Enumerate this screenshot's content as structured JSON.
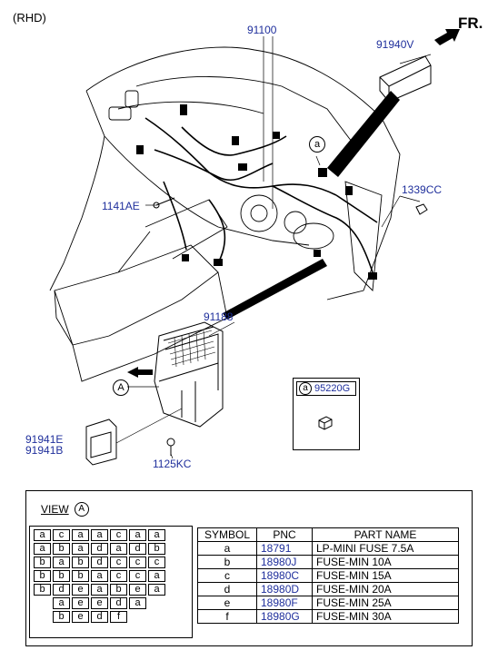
{
  "header": {
    "variant": "(RHD)",
    "direction": "FR."
  },
  "callouts": {
    "harness_main": "91100",
    "module_top": "91940V",
    "clip_left": "1141AE",
    "nut_right": "1339CC",
    "harness_lower": "91188",
    "bracket_fuse": "91941E",
    "bracket_fuse_alt": "91941B",
    "bolt": "1125KC",
    "view_ref": "A",
    "detail_ref": "a"
  },
  "detail_box": {
    "ref": "a",
    "pnc": "95220G"
  },
  "view": {
    "title": "VIEW",
    "ref": "A",
    "fuse_rows": [
      [
        "a",
        "c",
        "a",
        "a",
        "c",
        "a",
        "a"
      ],
      [
        "a",
        "b",
        "a",
        "d",
        "a",
        "d",
        "b"
      ],
      [
        "b",
        "a",
        "b",
        "d",
        "c",
        "c",
        "c"
      ],
      [
        "b",
        "b",
        "b",
        "a",
        "c",
        "c",
        "a"
      ],
      [
        "b",
        "d",
        "e",
        "a",
        "b",
        "e",
        "a"
      ],
      [
        "a",
        "e",
        "e",
        "d",
        "a"
      ],
      [
        "b",
        "e",
        "d",
        "f"
      ]
    ],
    "table": {
      "headers": [
        "SYMBOL",
        "PNC",
        "PART NAME"
      ],
      "rows": [
        {
          "symbol": "a",
          "pnc": "18791",
          "name": "LP-MINI FUSE 7.5A"
        },
        {
          "symbol": "b",
          "pnc": "18980J",
          "name": "FUSE-MIN 10A"
        },
        {
          "symbol": "c",
          "pnc": "18980C",
          "name": "FUSE-MIN 15A"
        },
        {
          "symbol": "d",
          "pnc": "18980D",
          "name": "FUSE-MIN 20A"
        },
        {
          "symbol": "e",
          "pnc": "18980F",
          "name": "FUSE-MIN 25A"
        },
        {
          "symbol": "f",
          "pnc": "18980G",
          "name": "FUSE-MIN 30A"
        }
      ]
    }
  },
  "colors": {
    "pnc_text": "#1f2f9c",
    "lines": "#000000"
  }
}
